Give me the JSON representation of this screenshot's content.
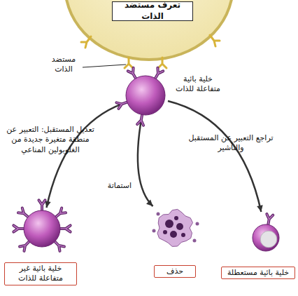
{
  "diagram": {
    "nodes": [
      {
        "text": [
          "تعرف مستضد الذات"
        ]
      },
      {
        "text": [
          "خلية بائية متفاعلة للذات"
        ]
      },
      {
        "text": [
          "خلية بائية غير متفاعلة للذات"
        ]
      },
      {
        "text": [
          "حذف"
        ]
      },
      {
        "text": [
          "خلية بائية مستعطلة"
        ]
      }
    ],
    "edges": [
      {
        "from": 1,
        "to": 2,
        "arrow": "to",
        "label": "تعديل المستقبل: التعبير عن منطقة متغيرة جديدة من الغلوبولين المناعي"
      },
      {
        "from": 1,
        "to": 3,
        "arrow": "to",
        "label": "استماتة"
      },
      {
        "from": 1,
        "to": 4,
        "arrow": "to",
        "label": "تراجع التعبير عن المستقبل والتأشير"
      }
    ],
    "labels": [
      "مستضد الذات"
    ]
  }
}
